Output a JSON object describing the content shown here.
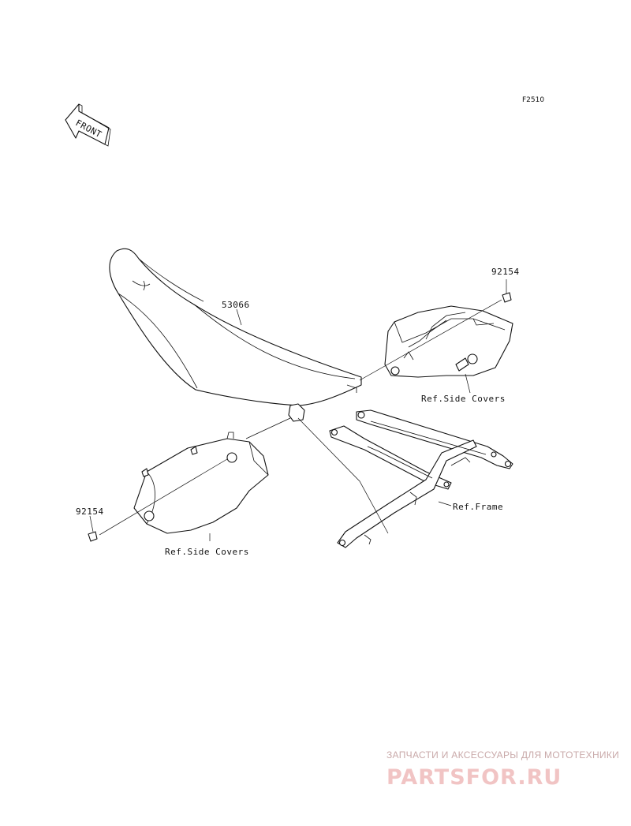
{
  "figure_code": "F2510",
  "front_arrow_text": "FRONT",
  "labels": {
    "seat_part_no": "53066",
    "bolt_right_part_no": "92154",
    "bolt_left_part_no": "92154",
    "side_covers_right": "Ref.Side Covers",
    "side_covers_left": "Ref.Side Covers",
    "frame": "Ref.Frame"
  },
  "watermark": {
    "tagline": "ЗАПЧАСТИ И АКСЕССУАРЫ ДЛЯ МОТОТЕХНИКИ",
    "brand": "PARTSFOR.RU"
  }
}
